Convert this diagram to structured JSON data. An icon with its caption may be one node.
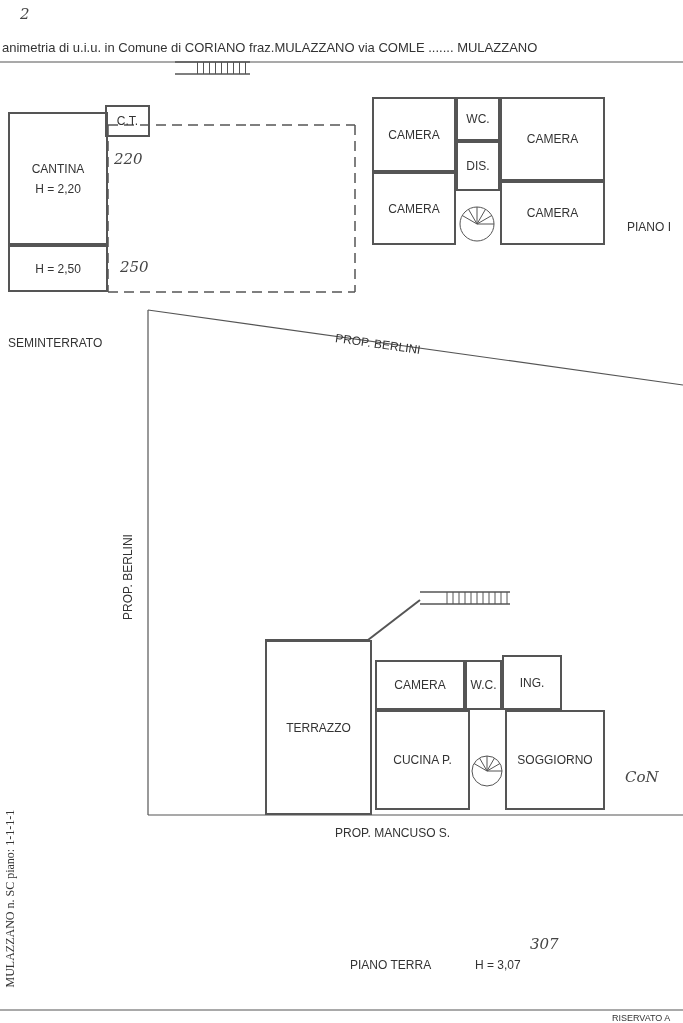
{
  "diagram": {
    "title": "animetria di u.i.u. in Comune di CORIANO fraz.MULAZZANO via COMLE ....... MULAZZANO",
    "nodes": [
      {
        "text": [
          "C.T."
        ]
      },
      {
        "text": [
          "CANTINA",
          "H = 2,20"
        ],
        "beside": [
          "220"
        ]
      },
      {
        "text": [
          "H = 2,50"
        ],
        "beside": [
          "250"
        ]
      },
      {
        "text": [
          "CAMERA"
        ]
      },
      {
        "text": [
          "WC."
        ]
      },
      {
        "text": [
          "CAMERA"
        ]
      },
      {
        "text": [
          "DIS."
        ]
      },
      {
        "text": [
          "CAMERA"
        ]
      },
      {
        "text": [
          "CAMERA"
        ]
      },
      {
        "text": [
          "TERRAZZO"
        ]
      },
      {
        "text": [
          "CAMERA"
        ]
      },
      {
        "text": [
          "W.C."
        ]
      },
      {
        "text": [
          "ING."
        ]
      },
      {
        "text": [
          "CUCINA P."
        ]
      },
      {
        "text": [
          "SOGGIORNO"
        ]
      }
    ],
    "edges": [],
    "labels": [
      "2",
      "PIANO I",
      "SEMINTERRATO",
      "PROP. BERLINI",
      "PROP. BERLINI",
      "CoN",
      "PROP. MANCUSO S.",
      "307",
      "PIANO TERRA",
      "H = 3,07",
      "RISERVATO A",
      "MULAZZANO n. SC piano: 1-1-1-1"
    ]
  }
}
